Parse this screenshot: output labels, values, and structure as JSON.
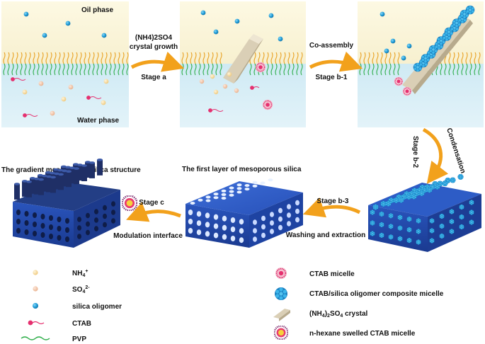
{
  "panel1": {
    "oil_label": "Oil phase",
    "water_label": "Water phase"
  },
  "arrows": {
    "stage_a": {
      "top": "(NH4)2SO4",
      "top2": "crystal growth",
      "bottom": "Stage a"
    },
    "stage_b1": {
      "top": "Co-assembly",
      "bottom": "Stage b-1"
    },
    "stage_b2": {
      "side": "Stage b-2",
      "side2": "Condensation"
    },
    "stage_b3": {
      "top": "Stage b-3",
      "bottom": "Washing and extraction"
    },
    "stage_c": {
      "top": "Stage c",
      "bottom": "Modulation interface"
    }
  },
  "titles": {
    "gradient": "The gradient mesoporous silica structure",
    "first_layer": "The first layer of mesoporous silica"
  },
  "legend_left": [
    {
      "key": "nh4",
      "label": "NH4+"
    },
    {
      "key": "so4",
      "label": "SO42-"
    },
    {
      "key": "silica",
      "label": "silica oligomer"
    },
    {
      "key": "ctab",
      "label": "CTAB"
    },
    {
      "key": "pvp",
      "label": "PVP"
    }
  ],
  "legend_right": [
    {
      "key": "ctab_micelle",
      "label": "CTAB micelle"
    },
    {
      "key": "composite_micelle",
      "label": "CTAB/silica oligomer composite micelle"
    },
    {
      "key": "crystal",
      "label": "(NH4)2SO4 crystal"
    },
    {
      "key": "hexane_micelle",
      "label": "n-hexane swelled CTAB micelle"
    }
  ],
  "colors": {
    "oil": "#fbf6d8",
    "water": "#d6eef6",
    "silica": "#2aa6df",
    "nh4": "#f6d99a",
    "so4": "#f3c8ab",
    "ctab": "#e5306f",
    "pvp_orange": "#e8a020",
    "pvp_green": "#2fae4a",
    "arrow": "#f2a11c",
    "block_blue": "#2f5fc9",
    "block_dark": "#1b3470",
    "crystal": "#d8ccb2"
  }
}
